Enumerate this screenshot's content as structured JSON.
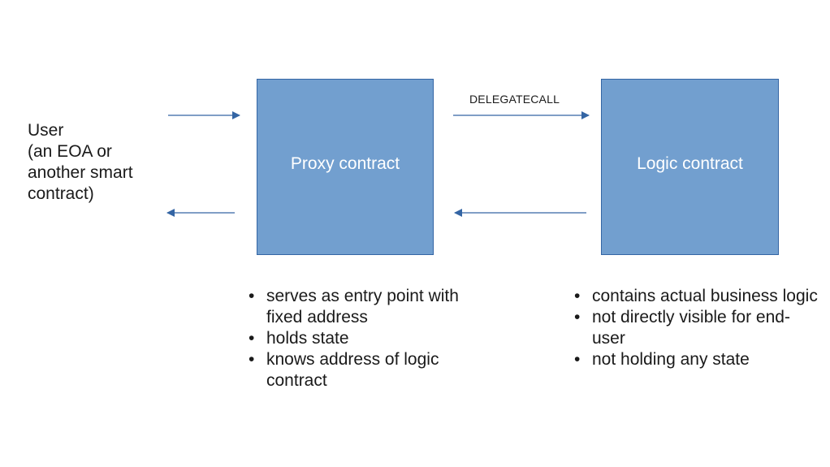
{
  "user": {
    "lines": [
      "User",
      "(an EOA or",
      "another smart",
      "contract)"
    ]
  },
  "proxy_box": {
    "title": "Proxy contract"
  },
  "logic_box": {
    "title": "Logic contract"
  },
  "edge_label": "DELEGATECALL",
  "proxy_bullets": [
    "serves as entry point with fixed address",
    "holds state",
    "knows address of logic contract"
  ],
  "logic_bullets": [
    "contains actual business logic",
    "not directly visible for end-user",
    "not holding any state"
  ],
  "colors": {
    "box_fill": "#729fcf",
    "box_border": "#3465a4",
    "arrow": "#3465a4"
  }
}
